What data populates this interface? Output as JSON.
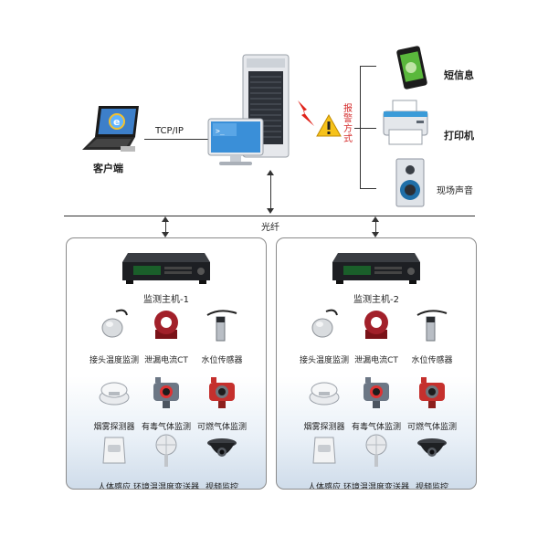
{
  "top": {
    "client_label": "客户端",
    "protocol_label": "TCP/IP",
    "alarm_method_label": "报警方式",
    "fiber_label": "光纤"
  },
  "outputs": [
    {
      "label": "短信息",
      "icon": "phone-icon"
    },
    {
      "label": "打印机",
      "icon": "printer-icon"
    },
    {
      "label": "现场声音",
      "icon": "speaker-icon"
    }
  ],
  "panels": [
    {
      "host_label": "监测主机-1",
      "devices": [
        {
          "label": "接头温度监测",
          "icon": "temperature-sensor-icon"
        },
        {
          "label": "泄漏电流CT",
          "icon": "current-transformer-icon"
        },
        {
          "label": "水位传感器",
          "icon": "water-level-sensor-icon"
        },
        {
          "label": "烟雾探测器",
          "icon": "smoke-detector-icon"
        },
        {
          "label": "有毒气体监测",
          "icon": "toxic-gas-detector-icon"
        },
        {
          "label": "可燃气体监测",
          "icon": "combustible-gas-detector-icon"
        },
        {
          "label": "人体感应",
          "icon": "motion-sensor-icon"
        },
        {
          "label": "环境温湿度变送器",
          "icon": "humidity-transmitter-icon"
        },
        {
          "label": "视频监控",
          "icon": "dome-camera-icon"
        }
      ]
    },
    {
      "host_label": "监测主机-2",
      "devices": [
        {
          "label": "接头温度监测",
          "icon": "temperature-sensor-icon"
        },
        {
          "label": "泄漏电流CT",
          "icon": "current-transformer-icon"
        },
        {
          "label": "水位传感器",
          "icon": "water-level-sensor-icon"
        },
        {
          "label": "烟雾探测器",
          "icon": "smoke-detector-icon"
        },
        {
          "label": "有毒气体监测",
          "icon": "toxic-gas-detector-icon"
        },
        {
          "label": "可燃气体监测",
          "icon": "combustible-gas-detector-icon"
        },
        {
          "label": "人体感应",
          "icon": "motion-sensor-icon"
        },
        {
          "label": "环境温湿度变送器",
          "icon": "humidity-transmitter-icon"
        },
        {
          "label": "视频监控",
          "icon": "dome-camera-icon"
        }
      ]
    }
  ]
}
